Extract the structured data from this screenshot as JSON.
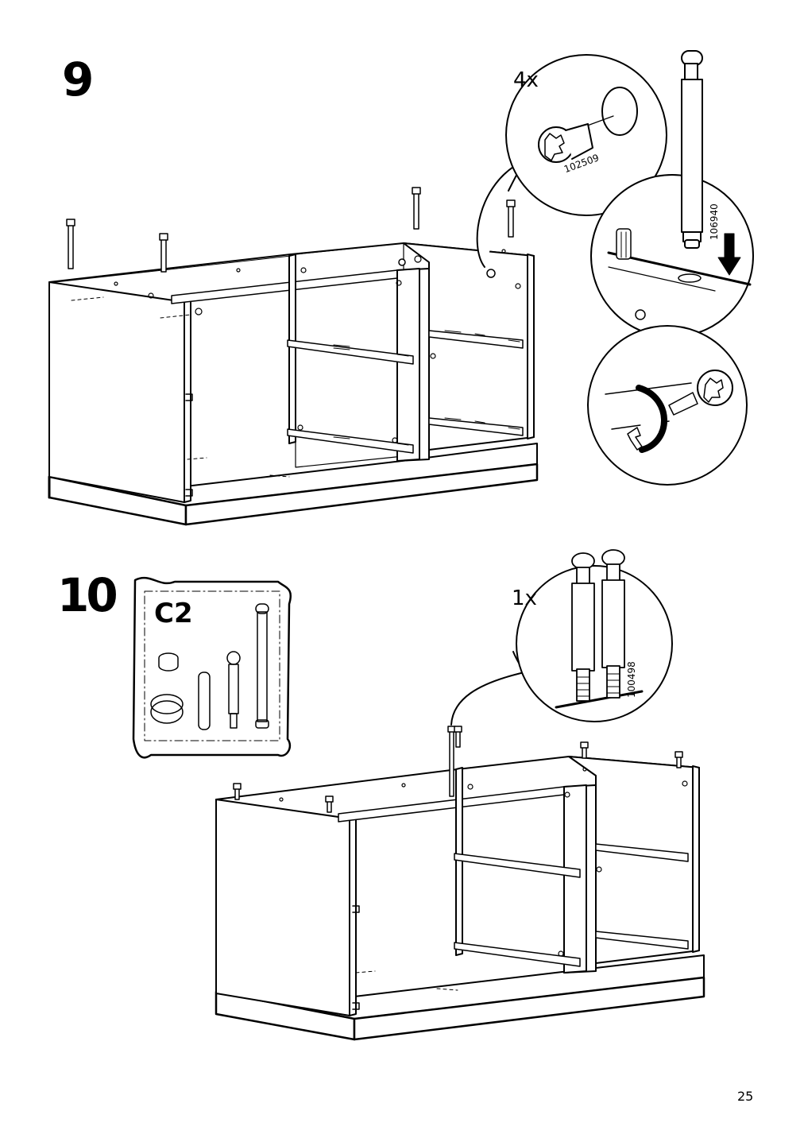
{
  "page": {
    "number": "25"
  },
  "step9": {
    "number": "9",
    "callout_quantity": "4x",
    "cam_lock_part": "102509",
    "dowel_part": "106940"
  },
  "step10": {
    "number": "10",
    "bag_label": "C2",
    "callout_quantity": "1x",
    "screw_part": "100498"
  }
}
